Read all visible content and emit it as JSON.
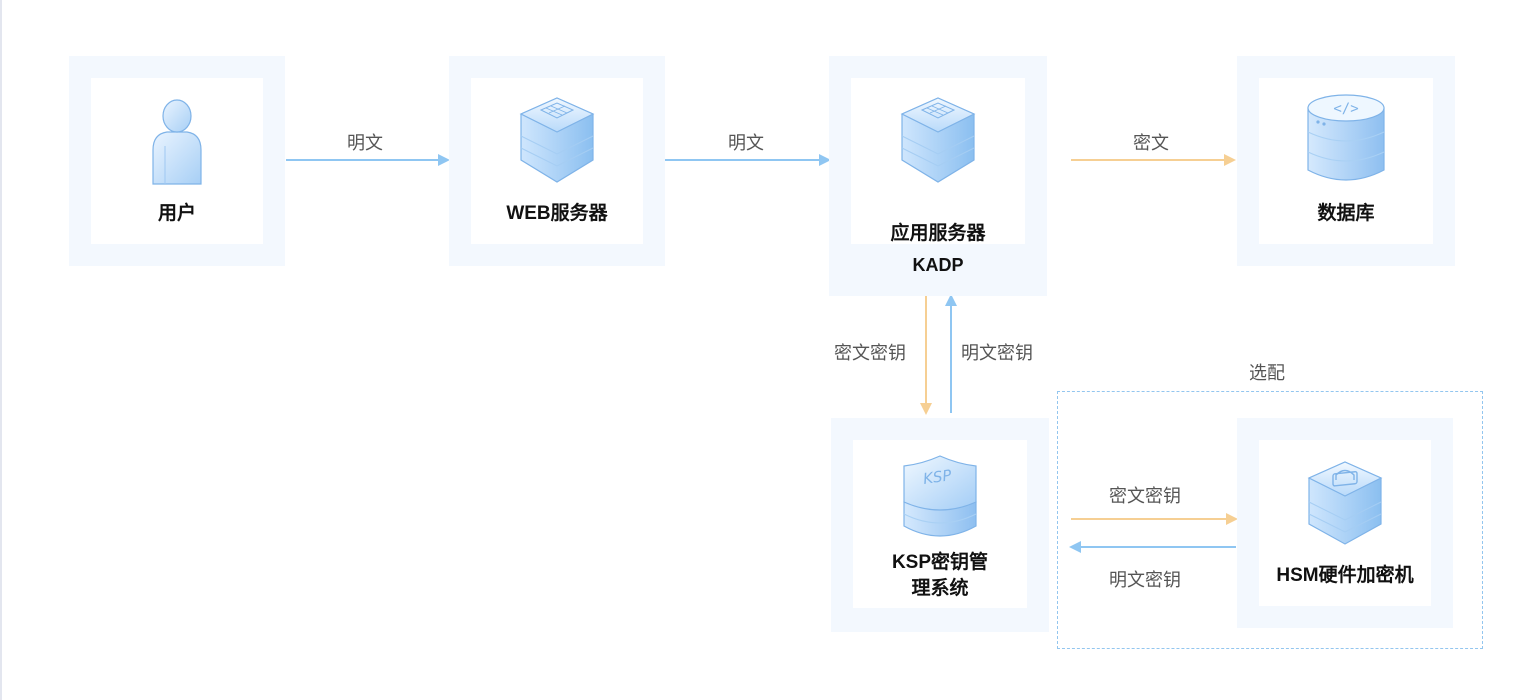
{
  "nodes": {
    "user": {
      "label": "用户",
      "icon": "user-icon"
    },
    "web_server": {
      "label": "WEB服务器",
      "icon": "server-icon"
    },
    "app_server": {
      "label": "应用服务器",
      "sub_label": "KADP",
      "icon": "server-icon"
    },
    "database": {
      "label": "数据库",
      "icon": "database-code-icon"
    },
    "ksp": {
      "label": "KSP密钥管理系统",
      "icon": "shield-icon",
      "icon_text": "KSP"
    },
    "hsm": {
      "label": "HSM硬件加密机",
      "icon": "lock-box-icon"
    }
  },
  "edges": {
    "user_to_web": "明文",
    "web_to_app": "明文",
    "app_to_db": "密文",
    "app_to_ksp": "密文密钥",
    "ksp_to_app": "明文密钥",
    "ksp_to_hsm": "密文密钥",
    "hsm_to_ksp": "明文密钥"
  },
  "optional_group": {
    "label": "选配"
  },
  "colors": {
    "plain": "#8fc6f2",
    "cipher": "#f6cf93",
    "panel": "#f3f8fe",
    "dashed": "#93c6ef"
  }
}
